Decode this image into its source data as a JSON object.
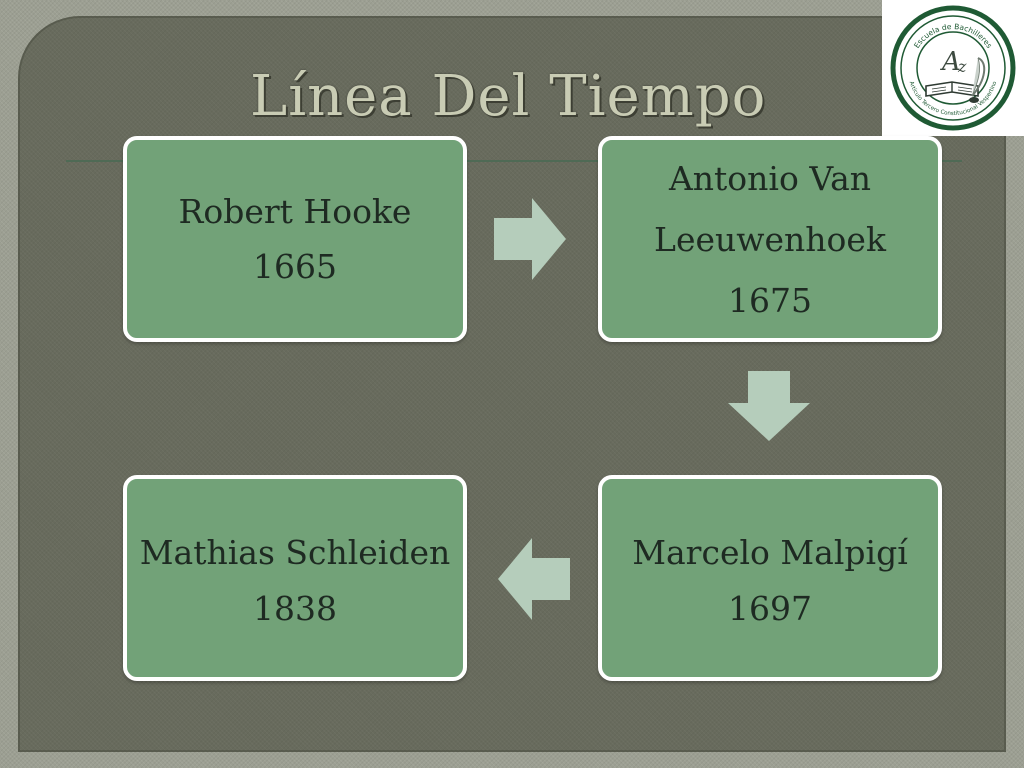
{
  "slide": {
    "title": "Línea Del Tiempo"
  },
  "logo": {
    "ring_text_top": "Escuela de Bachilleres",
    "ring_text_bottom": "Artículo Tercero Constitucional Vespertino",
    "icon": "book-quill-seal-icon"
  },
  "timeline": [
    {
      "name": "Robert Hooke",
      "year": "1665"
    },
    {
      "name": "Antonio Van Leeuwenhoek",
      "year": "1675"
    },
    {
      "name": "Marcelo Malpigí",
      "year": "1697"
    },
    {
      "name": "Mathias Schleiden",
      "year": "1838"
    }
  ],
  "arrows": [
    {
      "icon": "arrow-right-icon"
    },
    {
      "icon": "arrow-down-icon"
    },
    {
      "icon": "arrow-left-icon"
    }
  ],
  "colors": {
    "background": "#9c9f92",
    "panel": "#686b5d",
    "node_fill": "#72a278",
    "node_border": "#ffffff",
    "arrow_fill": "#b5cdbb",
    "title_text": "#c9ccb4"
  }
}
